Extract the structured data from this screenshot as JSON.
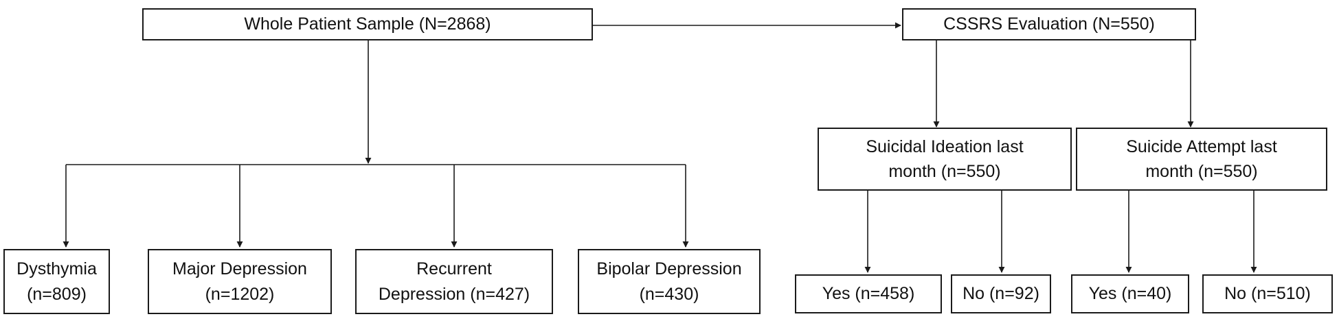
{
  "diagram": {
    "root": {
      "label": "Whole Patient Sample  (N=2868)"
    },
    "cssrs": {
      "label": "CSSRS Evaluation (N=550)"
    },
    "diagnoses": [
      {
        "line1": "Dysthymia",
        "line2": "(n=809)"
      },
      {
        "line1": "Major Depression",
        "line2": "(n=1202)"
      },
      {
        "line1": "Recurrent",
        "line2": "Depression (n=427)"
      },
      {
        "line1": "Bipolar Depression",
        "line2": "(n=430)"
      }
    ],
    "ideation": {
      "line1": "Suicidal Ideation last",
      "line2": "month (n=550)"
    },
    "attempt": {
      "line1": "Suicide Attempt last",
      "line2": "month (n=550)"
    },
    "ideation_yes": {
      "label": "Yes (n=458)"
    },
    "ideation_no": {
      "label": "No (n=92)"
    },
    "attempt_yes": {
      "label": "Yes (n=40)"
    },
    "attempt_no": {
      "label": "No (n=510)"
    }
  },
  "colors": {
    "stroke": "#1a1a1a",
    "background": "#ffffff"
  }
}
